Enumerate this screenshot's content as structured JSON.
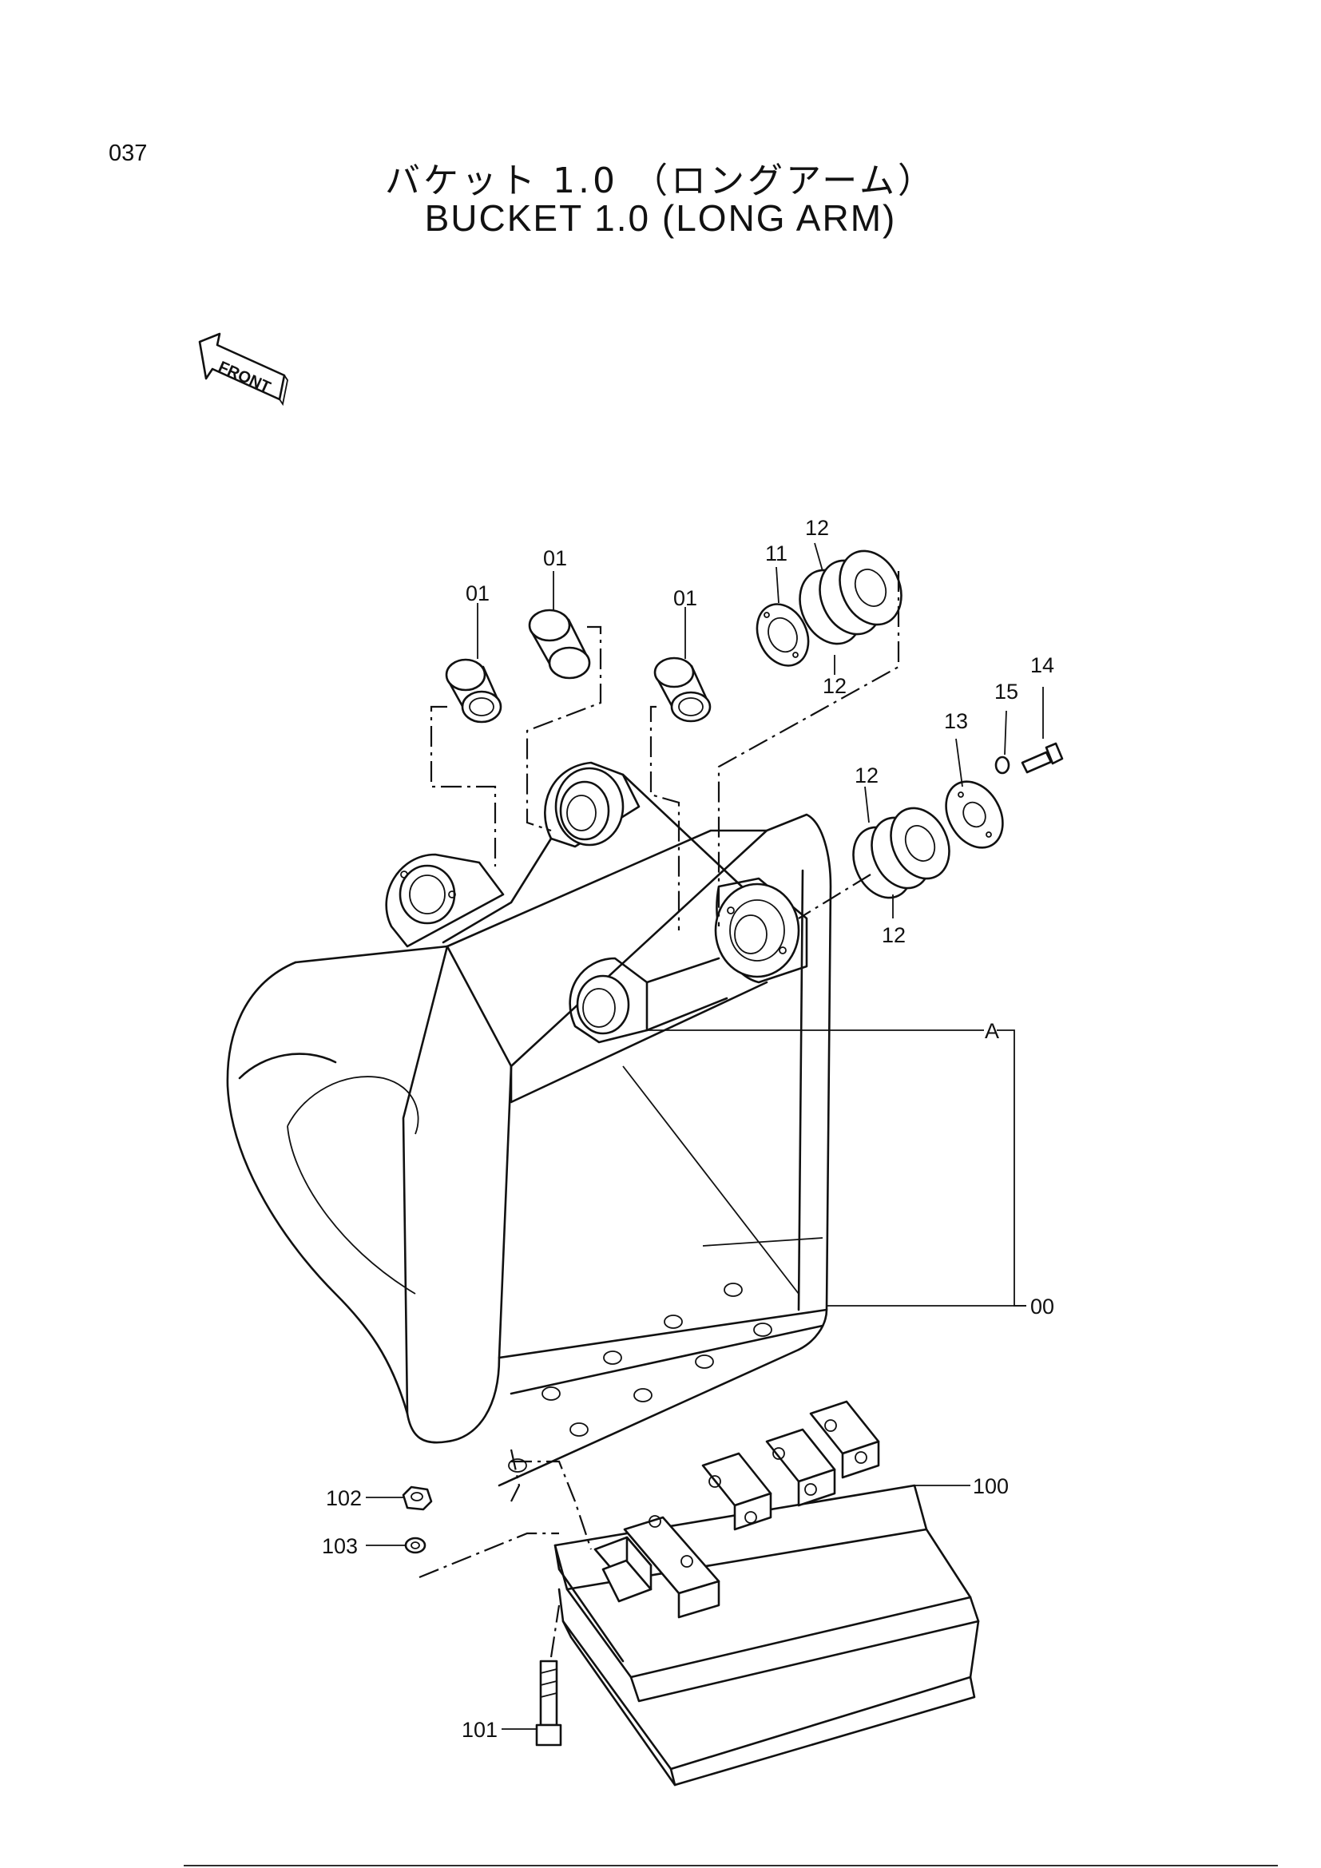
{
  "page_number": "037",
  "title_jp": "バケット 1.0 （ロングアーム）",
  "title_en": "BUCKET 1.0 (LONG ARM)",
  "front_label": "FRONT",
  "callouts": {
    "c01a": "01",
    "c01b": "01",
    "c01c": "01",
    "c11": "11",
    "c12a": "12",
    "c12b": "12",
    "c12c": "12",
    "c12d": "12",
    "c13": "13",
    "c14": "14",
    "c15": "15",
    "cA": "A",
    "c00": "00",
    "c100": "100",
    "c101": "101",
    "c102": "102",
    "c103": "103"
  }
}
